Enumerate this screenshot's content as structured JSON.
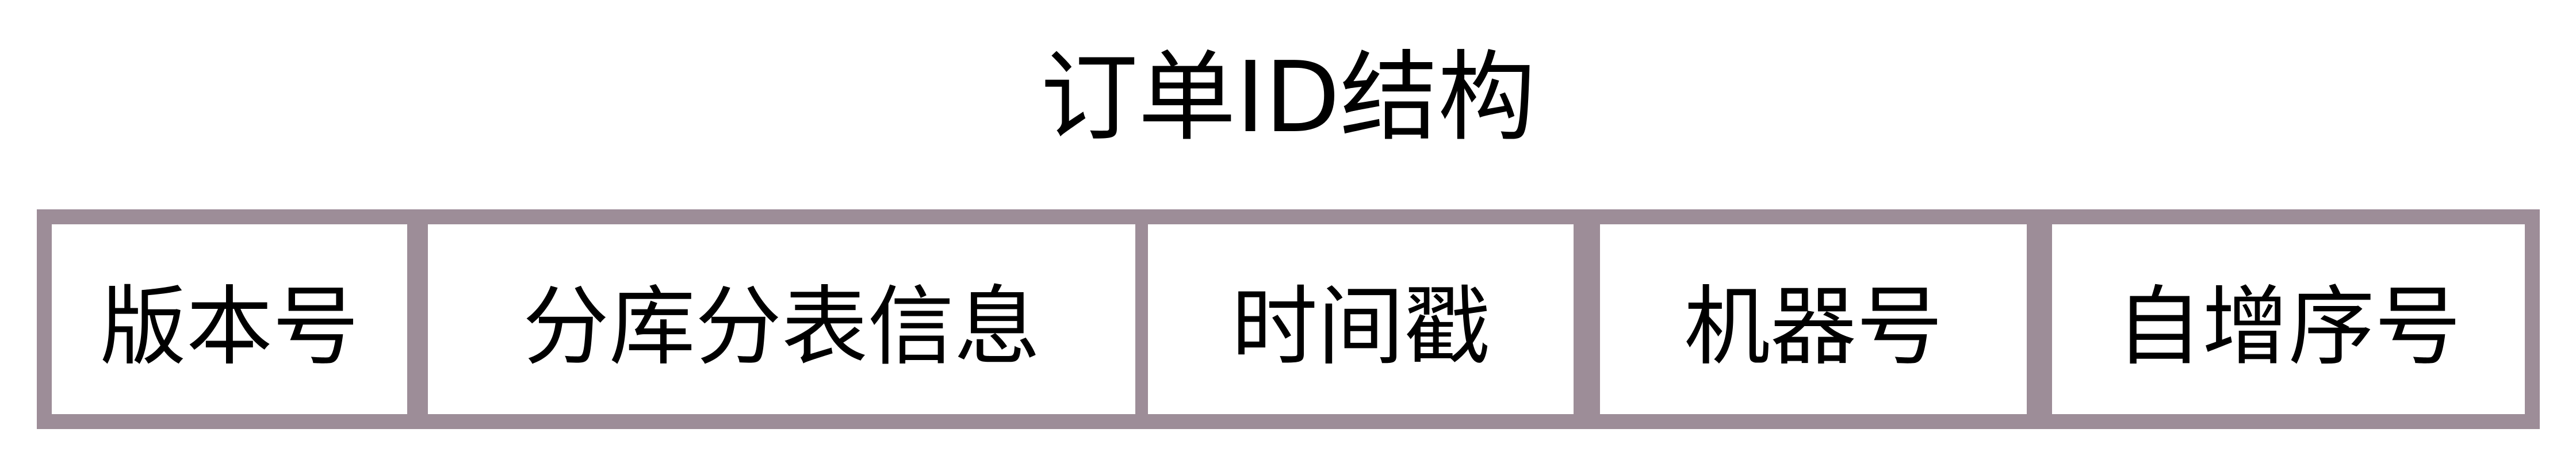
{
  "title": "订单ID结构",
  "segments": [
    {
      "label": "版本号"
    },
    {
      "label": "分库分表信息"
    },
    {
      "label": "时间戳"
    },
    {
      "label": "机器号"
    },
    {
      "label": "自增序号"
    }
  ],
  "colors": {
    "border": "#9d8d98",
    "background": "#ffffff",
    "text": "#000000"
  }
}
